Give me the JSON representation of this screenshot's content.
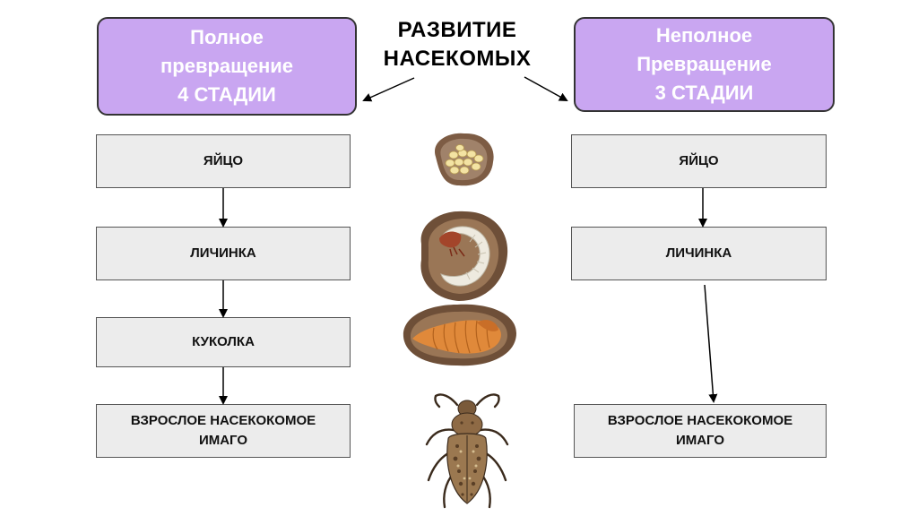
{
  "title": {
    "line1": "РАЗВИТИЕ",
    "line2": "НАСЕКОМЫХ"
  },
  "left": {
    "header": {
      "line1": "Полное",
      "line2": "превращение",
      "line3": "4 СТАДИИ"
    },
    "stages": [
      "ЯЙЦО",
      "ЛИЧИНКА",
      "КУКОЛКА"
    ],
    "adult": {
      "line1": "ВЗРОСЛОЕ НАСЕКОКОМОЕ",
      "line2": "ИМАГО"
    }
  },
  "right": {
    "header": {
      "line1": "Неполное",
      "line2": "Превращение",
      "line3": "3 СТАДИИ"
    },
    "stages": [
      "ЯЙЦО",
      "ЛИЧИНКА"
    ],
    "adult": {
      "line1": "ВЗРОСЛОЕ НАСЕКОКОМОЕ",
      "line2": "ИМАГО"
    }
  },
  "illustrations": [
    "eggs-illustration",
    "larva-illustration",
    "pupa-illustration",
    "beetle-illustration"
  ],
  "colors": {
    "header_fill": "#c9a6f1",
    "stage_fill": "#ececec",
    "soil": "#8a6a4f"
  }
}
